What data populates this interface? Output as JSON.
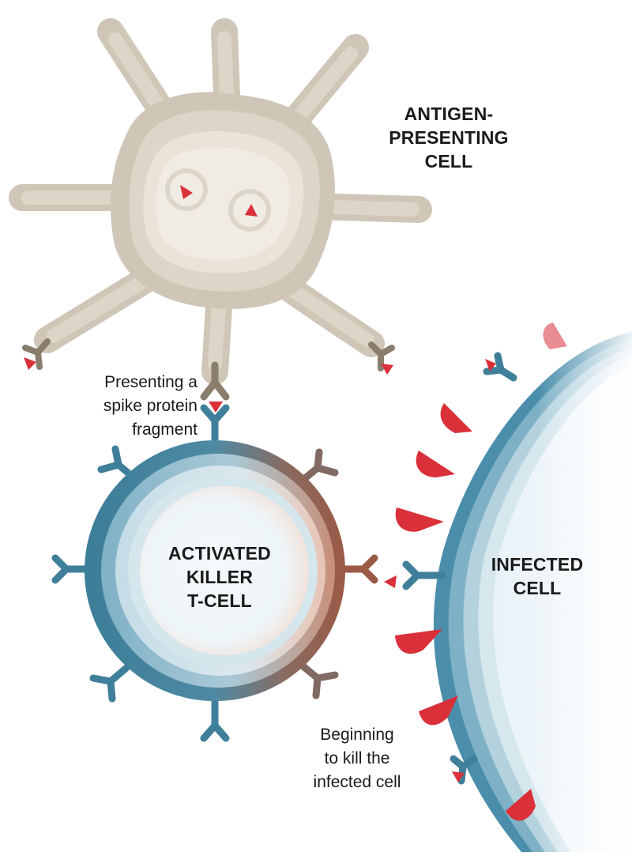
{
  "labels": {
    "apc": [
      "ANTIGEN-",
      "PRESENTING",
      "CELL"
    ],
    "tcell": [
      "ACTIVATED",
      "KILLER",
      "T-CELL"
    ],
    "infected": [
      "INFECTED",
      "CELL"
    ],
    "presenting_note": [
      "Presenting a",
      "spike protein",
      "fragment"
    ],
    "killing_note": [
      "Beginning",
      "to kill the",
      "infected cell"
    ]
  },
  "colors": {
    "apc_outer": "#cfc6b8",
    "apc_mid": "#ddd5c8",
    "apc_inner": "#e9e3d8",
    "apc_core": "#f1ece3",
    "apc_dark": "#8a7d6d",
    "tcell_blue": "#3f7f9a",
    "tcell_copper": "#9b5a45",
    "infected_blue": "#4a8eac",
    "spike_red": "#d9303a",
    "text": "#1a1a1a"
  }
}
